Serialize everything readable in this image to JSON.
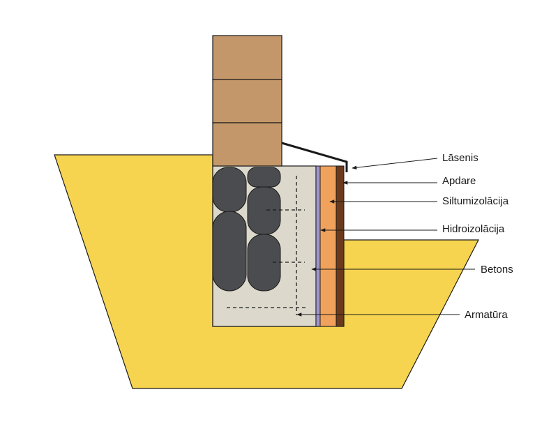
{
  "labels": {
    "lasenis": "Lāsenis",
    "apdare": "Apdare",
    "siltumizolacija": "Siltumizolācija",
    "hidroizolacija": "Hidroizolācija",
    "betons": "Betons",
    "armatura": "Armatūra"
  },
  "colors": {
    "ground": "#f6d44f",
    "timber": "#c4976a",
    "concrete": "#dcd8cc",
    "boulder": "#4b4c4f",
    "waterproofing": "#9f96cf",
    "insulation": "#f0a25c",
    "cladding": "#6b3a1c",
    "outline": "#1a1a1a"
  }
}
